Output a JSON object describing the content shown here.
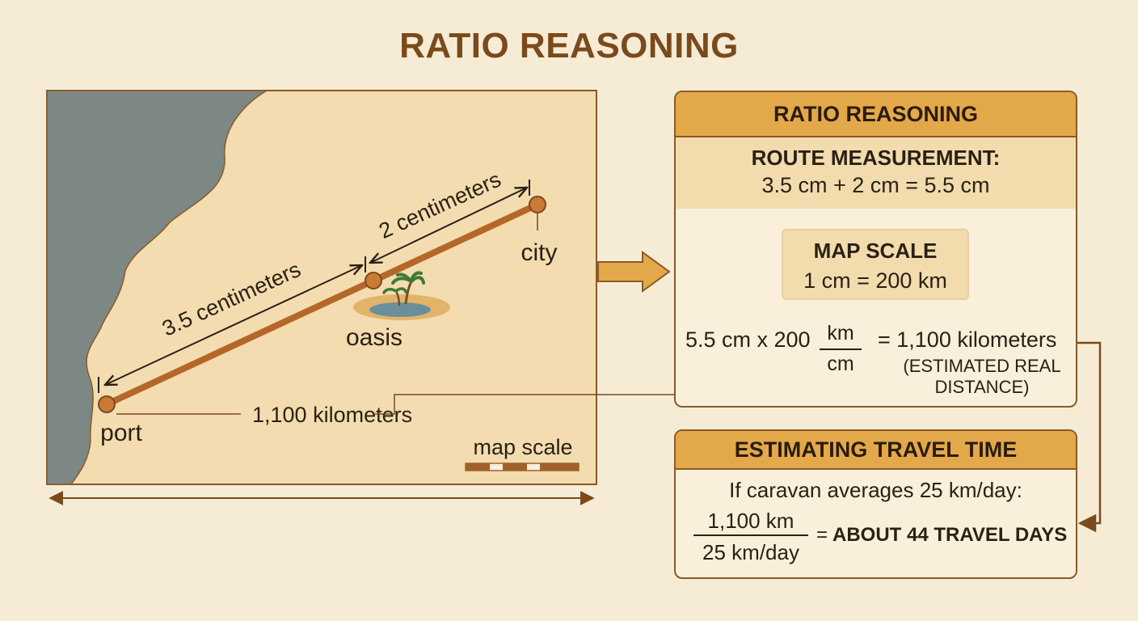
{
  "title": "RATIO REASONING",
  "map": {
    "labels": {
      "segment_1": "3.5 centimeters",
      "segment_2": "2 centimeters",
      "city": "city",
      "oasis": "oasis",
      "port": "port",
      "total": "1,100 kilometers",
      "scale": "map scale"
    }
  },
  "ratio_panel": {
    "header": "RATIO REASONING",
    "route_title": "ROUTE MEASUREMENT:",
    "route_equation": "3.5 cm + 2 cm = 5.5 cm",
    "scale_title": "MAP SCALE",
    "scale_equation": "1 cm = 200 km",
    "calc_left": "5.5 cm x 200",
    "calc_fraction_num": "km",
    "calc_fraction_den": "cm",
    "calc_result": "= 1,100 kilometers",
    "calc_note": "(ESTIMATED REAL DISTANCE)"
  },
  "travel_panel": {
    "header": "ESTIMATING TRAVEL TIME",
    "intro": "If caravan averages 25 km/day:",
    "fraction_num": "1,100 km",
    "fraction_den": "25 km/day",
    "equals": "=",
    "result": "ABOUT 44 TRAVEL DAYS"
  },
  "colors": {
    "background": "#f6ecd6",
    "map_land": "#f3dcb0",
    "sea": "#7d8784",
    "route": "#b5672a",
    "accent": "#e3a84a",
    "border": "#8a5a28",
    "title": "#7b4a1c"
  }
}
